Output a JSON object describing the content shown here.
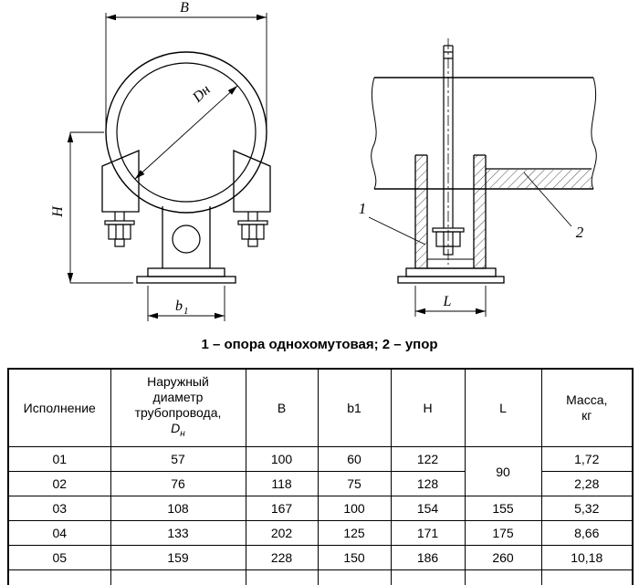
{
  "drawing": {
    "caption": "1 – опора однохомутовая; 2 – упор",
    "colors": {
      "line": "#000000",
      "background": "#ffffff"
    },
    "front_view": {
      "dim_width_label": "B",
      "dim_height_label": "H",
      "dim_base_label": "b",
      "dim_base_sub": "1",
      "dim_diameter_label": "Dн"
    },
    "side_view": {
      "dim_length_label": "L",
      "part_1_label": "1",
      "part_2_label": "2"
    }
  },
  "table": {
    "headers": {
      "execution": "Исполнение",
      "diameter_line1": "Наружный",
      "diameter_line2": "диаметр",
      "diameter_line3": "трубопровода,",
      "diameter_symbol_main": "D",
      "diameter_symbol_sub": "н",
      "col_B": "B",
      "col_b1": "b1",
      "col_H": "H",
      "col_L": "L",
      "mass_line1": "Масса,",
      "mass_line2": "кг"
    },
    "rows": [
      {
        "execution": "01",
        "diameter": "57",
        "B": "100",
        "b1": "60",
        "H": "122",
        "L": "90",
        "mass": "1,72"
      },
      {
        "execution": "02",
        "diameter": "76",
        "B": "118",
        "b1": "75",
        "H": "128",
        "mass": "2,28"
      },
      {
        "execution": "03",
        "diameter": "108",
        "B": "167",
        "b1": "100",
        "H": "154",
        "L": "155",
        "mass": "5,32"
      },
      {
        "execution": "04",
        "diameter": "133",
        "B": "202",
        "b1": "125",
        "H": "171",
        "L": "175",
        "mass": "8,66"
      },
      {
        "execution": "05",
        "diameter": "159",
        "B": "228",
        "b1": "150",
        "H": "186",
        "L": "260",
        "mass": "10,18"
      }
    ]
  }
}
